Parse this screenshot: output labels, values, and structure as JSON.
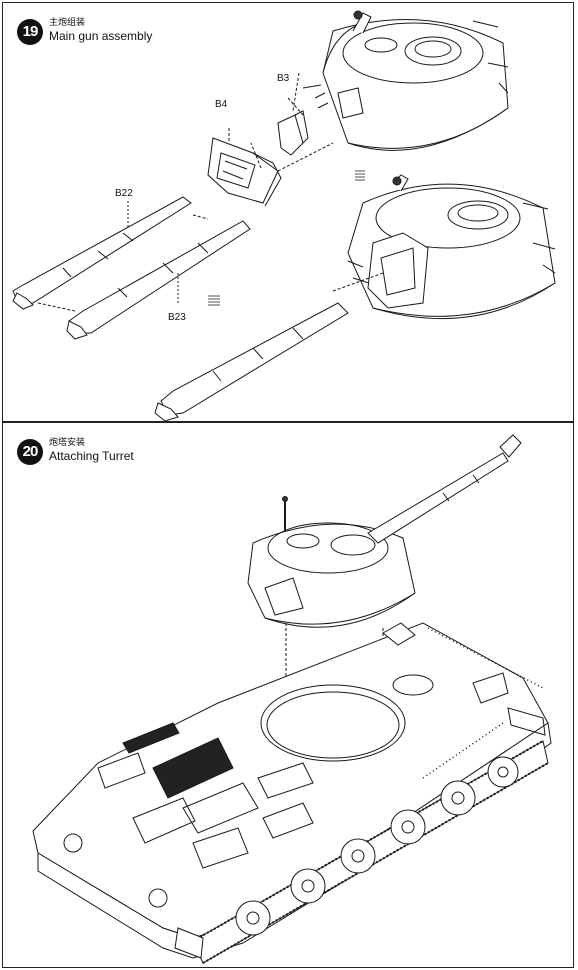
{
  "steps": [
    {
      "number": "19",
      "title_zh": "主炮组装",
      "title_en": "Main gun assembly",
      "parts": [
        "B3",
        "B4",
        "B22",
        "B23"
      ]
    },
    {
      "number": "20",
      "title_zh": "炮塔安装",
      "title_en": "Attaching Turret"
    }
  ],
  "colors": {
    "line": "#1a1a1a",
    "fill": "#ffffff",
    "hatch": "#222222"
  }
}
